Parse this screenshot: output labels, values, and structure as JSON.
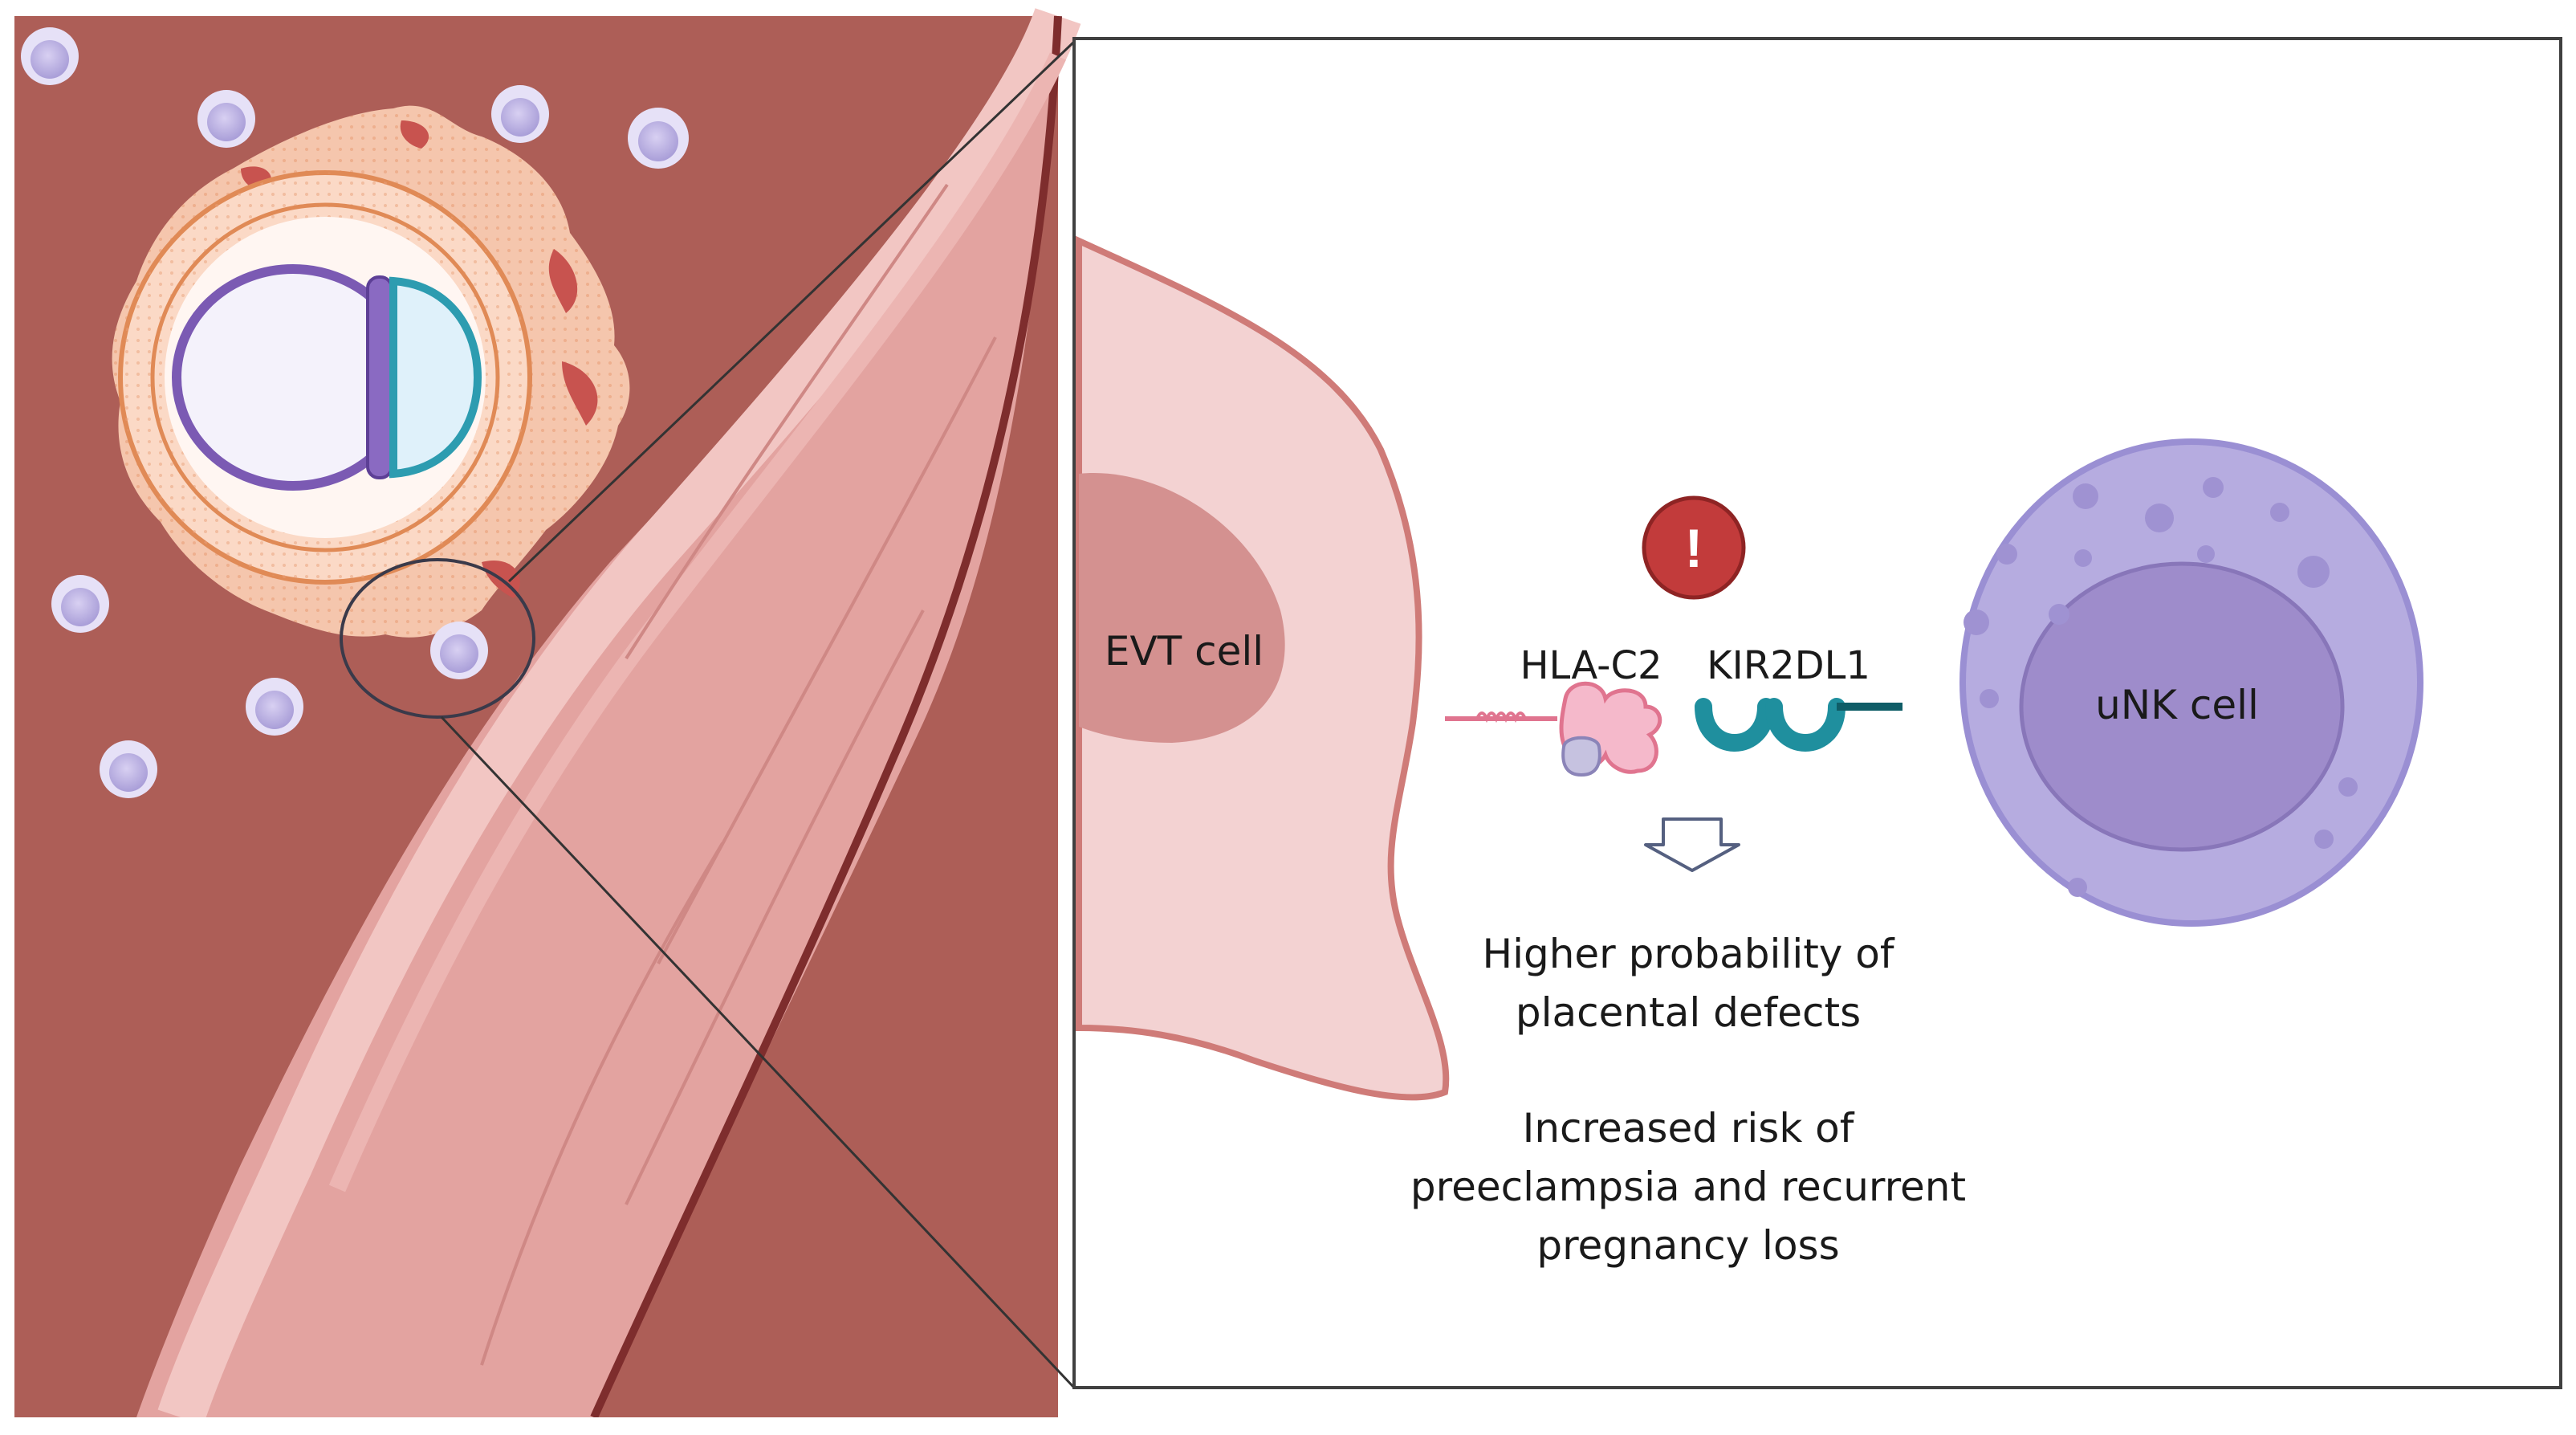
{
  "labels": {
    "evt_cell": "EVT cell",
    "hla_c2": "HLA-C2",
    "kir2dl1": "KIR2DL1",
    "unk_cell": "uNK cell",
    "warning_symbol": "!"
  },
  "outcomes": {
    "line1": "Higher probability of",
    "line2": "placental defects",
    "line3": "Increased risk of",
    "line4": "preeclampsia and recurrent",
    "line5": "pregnancy loss"
  },
  "icons": {
    "warning": "warning-exclamation-icon",
    "arrow": "down-arrow-outline-icon"
  },
  "colors": {
    "decidua": "#ad5e57",
    "myometrium": "#e3a3a0",
    "evt_cell": "#f3d2d2",
    "evt_nucleus": "#d49190",
    "unk_cell": "#b6ace0",
    "unk_nucleus": "#9e8ccb",
    "warning": "#c23b3b",
    "kir": "#1f8f9e",
    "hla": "#f0a9bf"
  }
}
